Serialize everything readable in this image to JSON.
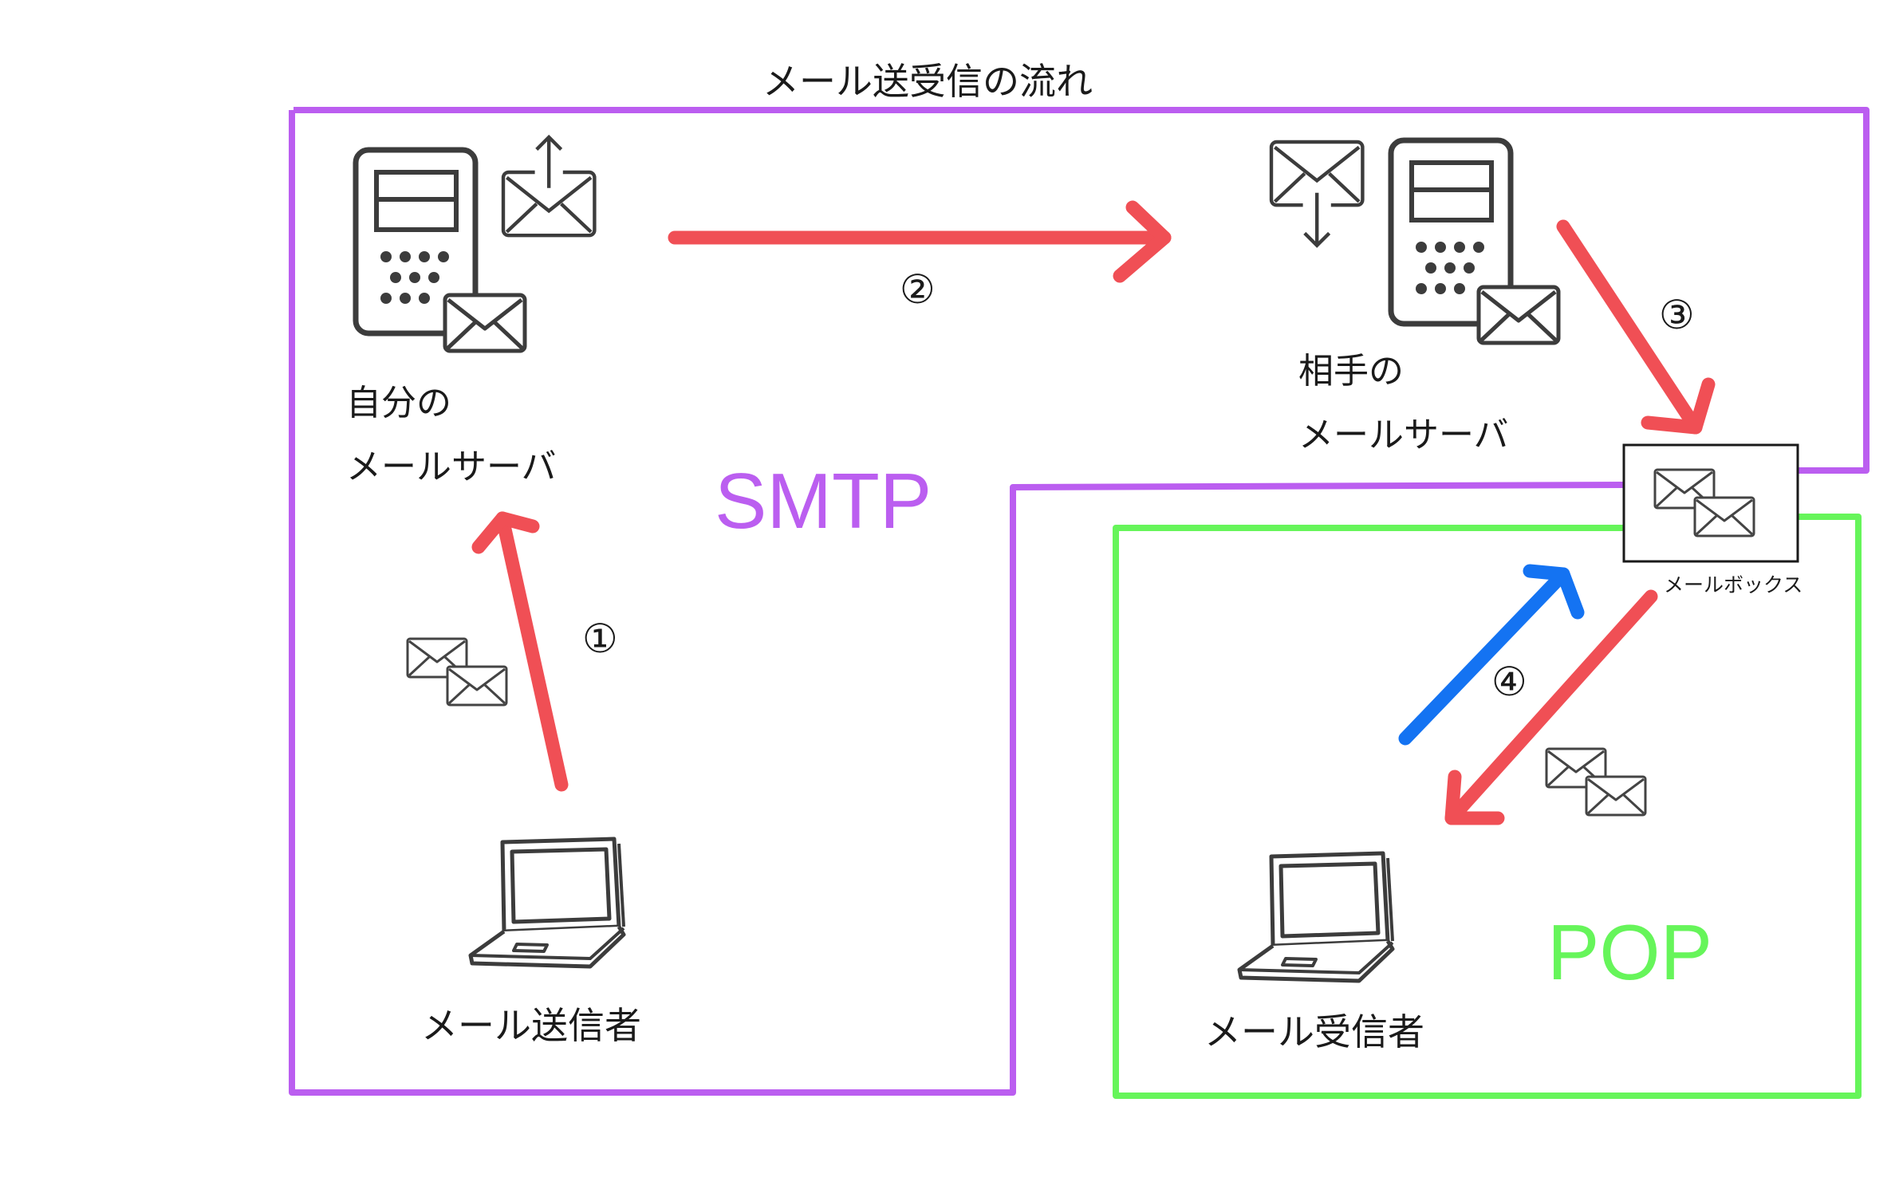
{
  "title": "メール送受信の流れ",
  "nodes": {
    "own_server": {
      "line1": "自分の",
      "line2": "メールサーバ"
    },
    "peer_server": {
      "line1": "相手の",
      "line2": "メールサーバ"
    },
    "mailbox": {
      "label": "メールボックス"
    },
    "sender": {
      "label": "メール送信者"
    },
    "receiver": {
      "label": "メール受信者"
    }
  },
  "steps": [
    "①",
    "②",
    "③",
    "④"
  ],
  "protocols": {
    "smtp": "SMTP",
    "pop": "POP"
  },
  "colors": {
    "smtp_region": "#bb5ef0",
    "pop_region": "#66f55a",
    "arrow_red": "#f04f55",
    "arrow_blue": "#1473f2",
    "icon": "#3c3c3c"
  },
  "icons": [
    "server-icon",
    "mail-send-icon",
    "mail-receive-icon",
    "envelope-icon",
    "laptop-icon",
    "mailbox-icon"
  ]
}
